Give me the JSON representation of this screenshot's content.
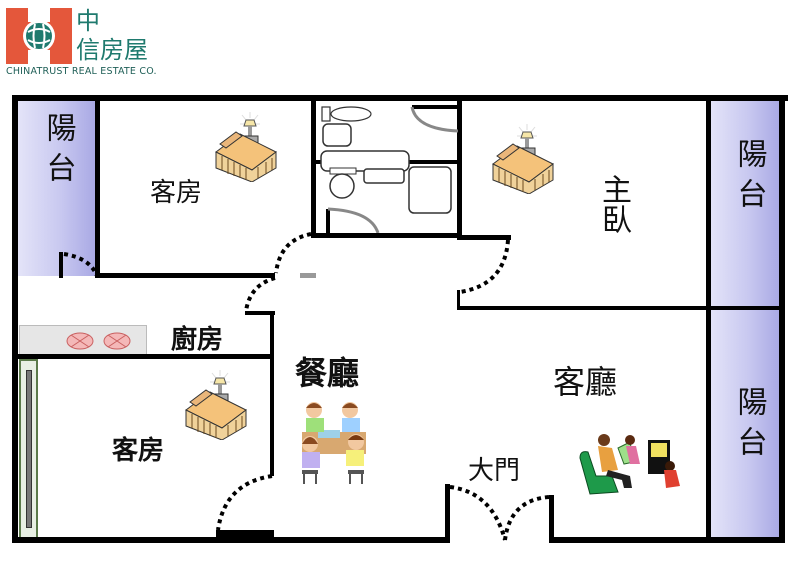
{
  "logo": {
    "brand_cn_top": "中",
    "brand_cn_bottom": "信房屋",
    "brand_en": "CHINATRUST REAL ESTATE CO.",
    "colors": {
      "red": "#e4573b",
      "green": "#1f7a6e"
    }
  },
  "floor_plan": {
    "rooms": {
      "balcony_top_left": "陽台",
      "guest_room_top": "客房",
      "kitchen": "廚房",
      "guest_room_bottom": "客房",
      "dining_room": "餐廳",
      "living_room": "客廳",
      "master_bedroom": "主臥",
      "balcony_right_top": "陽台",
      "balcony_right_bottom": "陽台",
      "main_door": "大門"
    },
    "icons": {
      "bed": "bed-with-lamp-icon",
      "dining": "kids-at-table-icon",
      "living": "family-watching-tv-icon",
      "stove": "stove-burner-icon",
      "bathroom": "bathroom-fixtures-icon"
    },
    "colors": {
      "wall": "#000000",
      "balcony": "#c8c8f0",
      "kitchen_counter": "#e6e6e6",
      "burner": "#f4b8b8",
      "bed": "#f4c27a"
    }
  }
}
